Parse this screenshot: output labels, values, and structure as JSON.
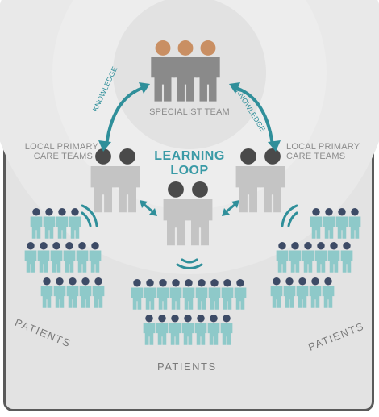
{
  "labels": {
    "specialist_team": "SPECIALIST TEAM",
    "local_left_line1": "LOCAL PRIMARY",
    "local_left_line2": "CARE TEAMS",
    "local_right_line1": "LOCAL PRIMARY",
    "local_right_line2": "CARE TEAMS",
    "learning_line1": "LEARNING",
    "learning_line2": "LOOP",
    "knowledge_left": "KNOWLEDGE",
    "knowledge_right": "KNOWLEDGE",
    "patients_left": "PATIENTS",
    "patients_center": "PATIENTS",
    "patients_right": "PATIENTS"
  },
  "colors": {
    "frame_border": "#5a5a5a",
    "background": "#e3e3e3",
    "specialist_body": "#8a8a8a",
    "specialist_head": "#c98f63",
    "team_body": "#c4c4c4",
    "team_head": "#4a4a4a",
    "patient_body": "#8ec9c9",
    "patient_head": "#3d4b66",
    "accent": "#2f8f9a"
  },
  "icons": [
    "person-icon",
    "patient-icon",
    "signal-icon",
    "arrow-icon"
  ]
}
